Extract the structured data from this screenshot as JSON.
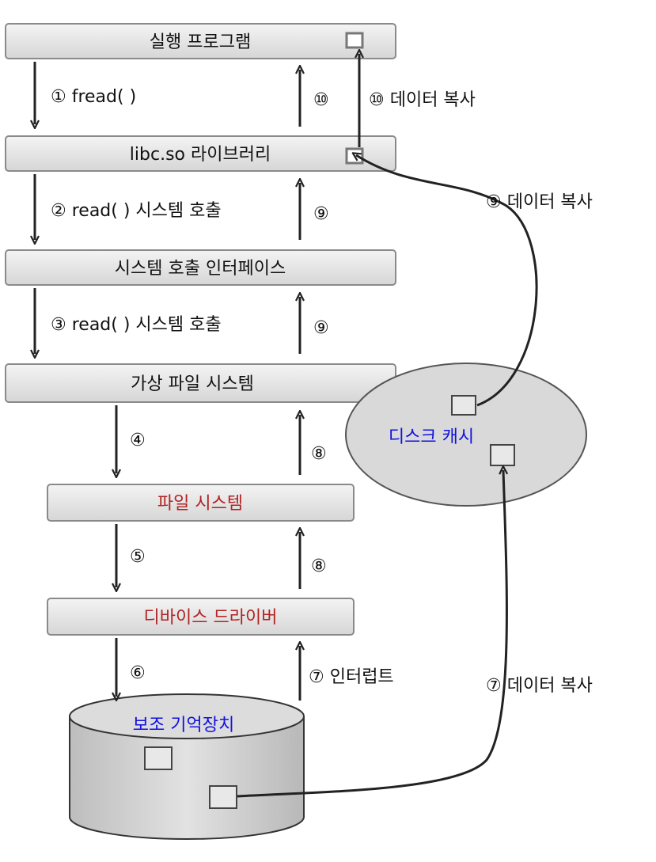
{
  "layers": {
    "program": "실행 프로그램",
    "libc": "libc.so 라이브러리",
    "syscall_interface": "시스템 호출 인터페이스",
    "vfs": "가상 파일 시스템",
    "filesystem": "파일 시스템",
    "device_driver": "디바이스 드라이버",
    "storage": "보조 기억장치",
    "disk_cache": "디스크 캐시"
  },
  "steps": {
    "s1": "① fread( )",
    "s2": "② read( ) 시스템 호출",
    "s3": "③ read( ) 시스템 호출",
    "s4": "④",
    "s5": "⑤",
    "s6": "⑥",
    "s7_interrupt": "⑦ 인터럽트",
    "s7_copy": "⑦  데이터 복사",
    "s8a": "⑧",
    "s8b": "⑧",
    "s9a": "⑨",
    "s9b": "⑨",
    "s9_copy": "⑨ 데이터 복사",
    "s10": "⑩",
    "s10_copy": "⑩ 데이터 복사"
  },
  "colors": {
    "highlight_red": "#b22222",
    "highlight_blue": "#1010e0",
    "box_fill": "#e6e6e6",
    "box_stroke": "#888888",
    "arrow": "#222222"
  }
}
